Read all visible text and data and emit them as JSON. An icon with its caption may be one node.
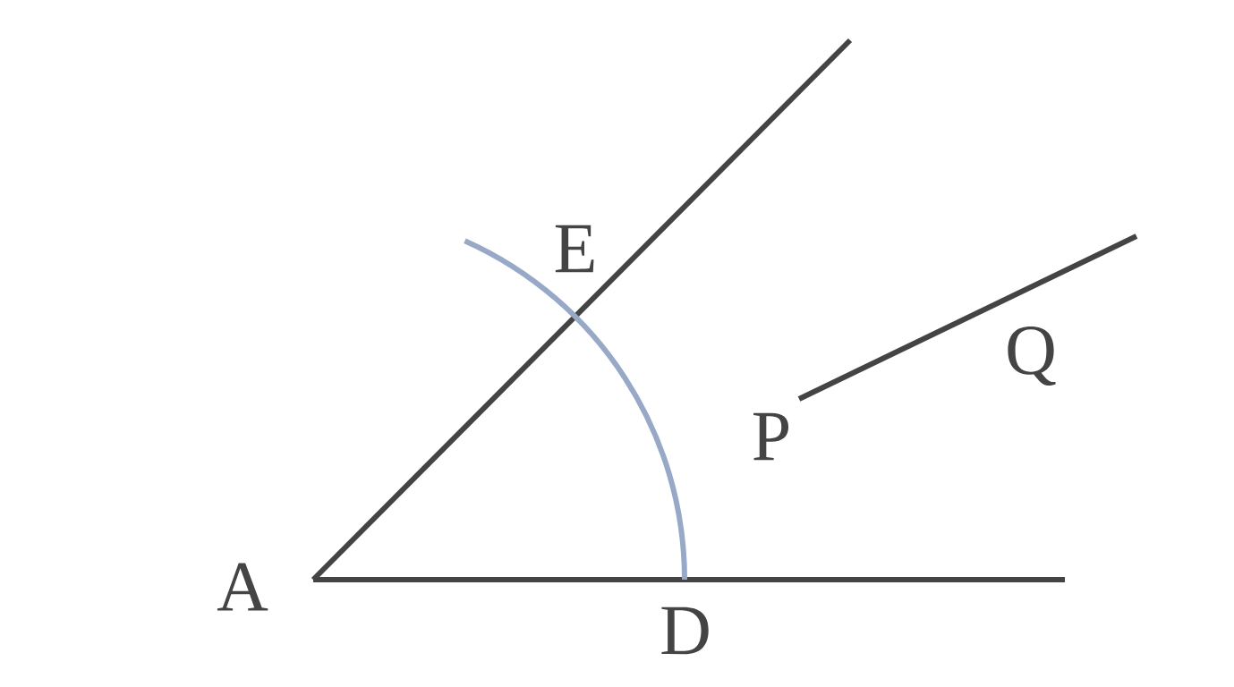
{
  "diagram": {
    "labels": [
      "E",
      "Q",
      "P",
      "A",
      "D"
    ]
  }
}
